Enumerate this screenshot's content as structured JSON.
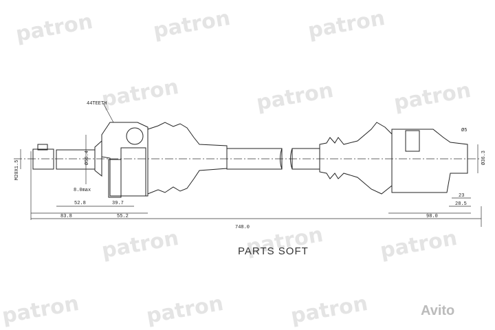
{
  "watermark": "patron",
  "brand_text": "PARTS SOFT",
  "avito_logo": "Avito",
  "dimensions": {
    "teeth": "44TEETH",
    "hub_diameter": "Ø56.4",
    "thread": "M20X1.5",
    "max_offset": "8.0max",
    "d52_8": "52.8",
    "d39_7": "39.7",
    "d83_8": "83.8",
    "d55_2": "55.2",
    "total_length": "748.0",
    "pin_diameter": "Ø5",
    "end_diameter": "Ø36.3",
    "d23": "23",
    "d28_5": "28.5",
    "d98_0": "98.0"
  }
}
